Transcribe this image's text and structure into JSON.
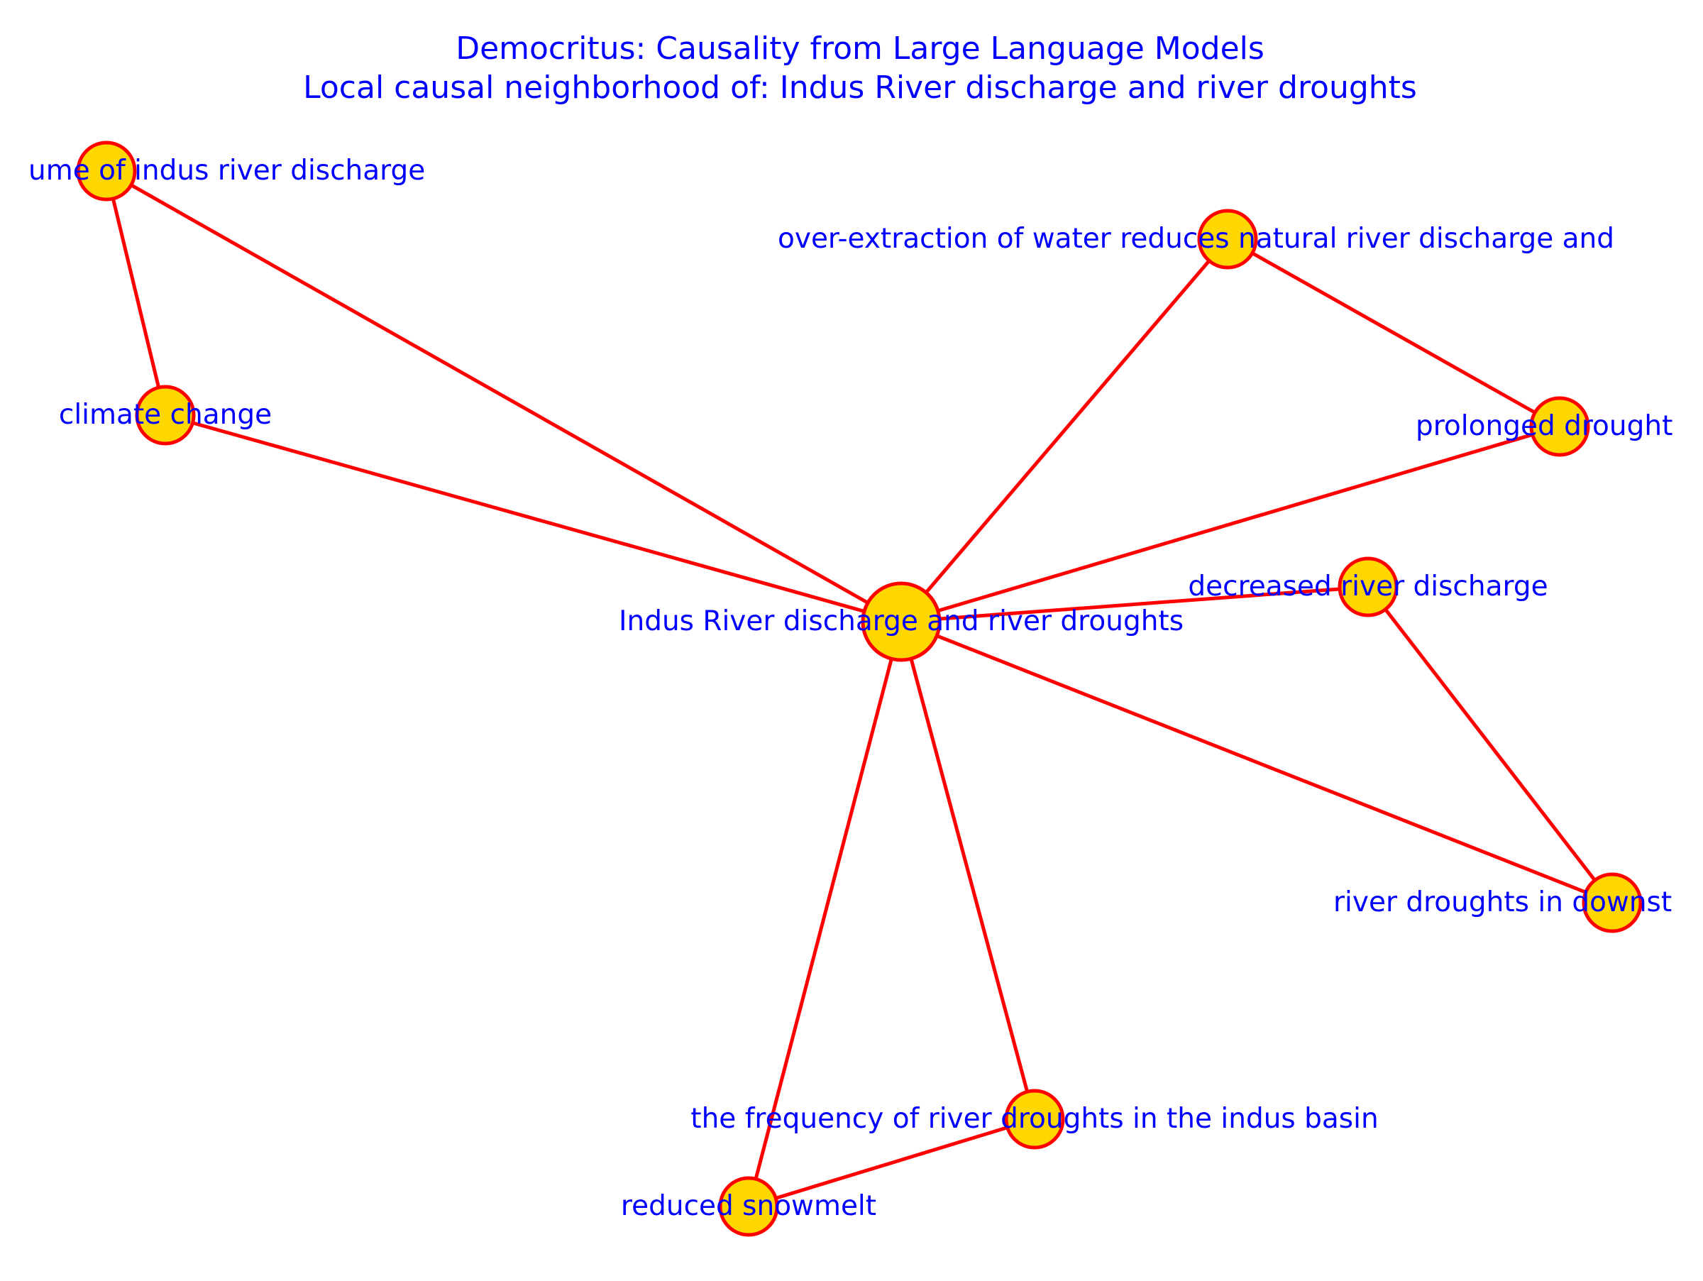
{
  "title": {
    "line1": "Democritus: Causality from Large Language Models",
    "line2": "Local causal neighborhood of: Indus River discharge and river droughts"
  },
  "colors": {
    "text": "#0000ff",
    "edge": "#ff0000",
    "node_fill": "#ffd700",
    "node_stroke": "#ff0000"
  },
  "nodes": [
    {
      "id": "center",
      "label": "Indus River discharge and river droughts"
    },
    {
      "id": "volume",
      "label": "ume of indus river discharge"
    },
    {
      "id": "climate",
      "label": "climate change"
    },
    {
      "id": "overext",
      "label": "over-extraction of water reduces natural river discharge and"
    },
    {
      "id": "prolonged",
      "label": "prolonged drought"
    },
    {
      "id": "decreased",
      "label": "decreased river discharge"
    },
    {
      "id": "downstream",
      "label": "river droughts in downst"
    },
    {
      "id": "frequency",
      "label": "the frequency of river droughts in the indus basin"
    },
    {
      "id": "snowmelt",
      "label": "reduced snowmelt"
    }
  ],
  "edges": [
    {
      "from": "center",
      "to": "volume"
    },
    {
      "from": "center",
      "to": "climate"
    },
    {
      "from": "climate",
      "to": "volume"
    },
    {
      "from": "center",
      "to": "overext"
    },
    {
      "from": "overext",
      "to": "prolonged"
    },
    {
      "from": "center",
      "to": "prolonged"
    },
    {
      "from": "center",
      "to": "decreased"
    },
    {
      "from": "decreased",
      "to": "downstream"
    },
    {
      "from": "center",
      "to": "downstream"
    },
    {
      "from": "center",
      "to": "frequency"
    },
    {
      "from": "center",
      "to": "snowmelt"
    },
    {
      "from": "snowmelt",
      "to": "frequency"
    }
  ]
}
